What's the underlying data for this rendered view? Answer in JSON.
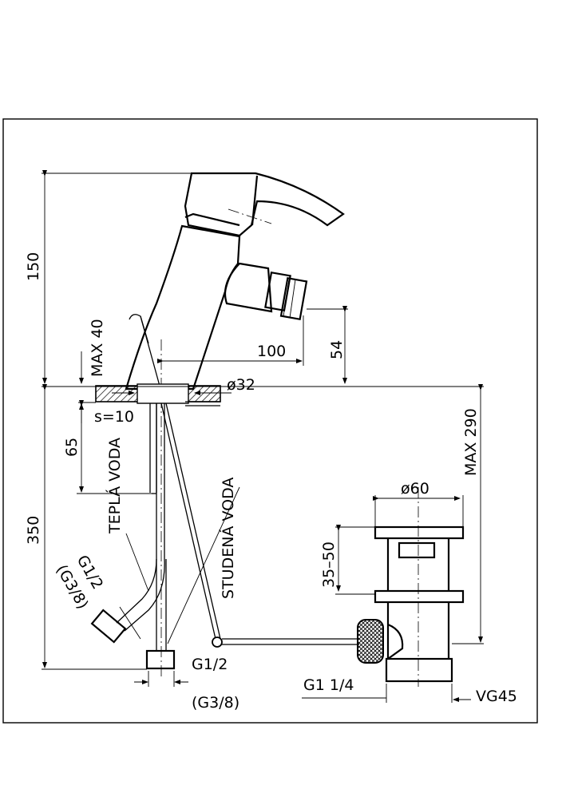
{
  "dimensions": {
    "height_top": "150",
    "height_bottom": "350",
    "max_40": "MAX 40",
    "reach": "100",
    "spout_height": "54",
    "hole_diameter": "ø32",
    "slab_thickness": "s=10",
    "hose_depth": "65",
    "max_290": "MAX 290",
    "waste_diameter": "ø60",
    "waste_range": "35–50"
  },
  "labels": {
    "hot_water": "TEPLÁ VODA",
    "cold_water": "STUDENÁ VODA",
    "thread_left": "G1/2",
    "thread_left_alt": "(G3/8)",
    "thread_bottom": "G1/2",
    "thread_bottom_alt": "(G3/8)",
    "waste_thread": "G1  1/4",
    "waste_model": "VG45"
  }
}
